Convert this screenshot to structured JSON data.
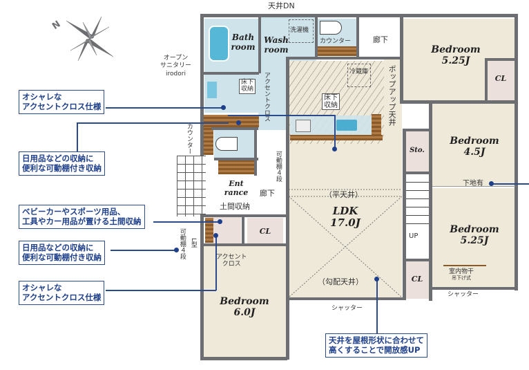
{
  "compass": {
    "label": "N"
  },
  "rooms": {
    "bath": {
      "name": "Bath\nroom",
      "line1": "Bath",
      "line2": "room"
    },
    "wash": {
      "line1": "Wash",
      "line2": "room"
    },
    "bedroom_top_right": {
      "name": "Bedroom",
      "size": "5.25J"
    },
    "bedroom_mid_right": {
      "name": "Bedroom",
      "size": "4.5J"
    },
    "bedroom_bottom_right": {
      "name": "Bedroom",
      "size": "5.25J"
    },
    "bedroom_bottom_left": {
      "name": "Bedroom",
      "size": "6.0J"
    },
    "ldk": {
      "name": "LDK",
      "size": "17.0J"
    },
    "entrance": {
      "line1": "Ent",
      "line2": "rance"
    },
    "closet_top_right": {
      "name": "CL"
    },
    "closet_bottom_right": {
      "name": "CL"
    },
    "closet_left": {
      "name": "CL"
    },
    "storage": {
      "name": "Sto."
    }
  },
  "plan_labels": {
    "ceiling_dn": "天井DN",
    "washing_machine": "洗濯機",
    "counter_top": "カウンター",
    "hallway_top": "廊下",
    "refrigerator": "冷蔵庫",
    "popup_ceiling": "ポップアップ天井",
    "underfloor_storage_kitchen": "床下\n収納",
    "underfloor_storage_kitchen_l1": "床下",
    "underfloor_storage_kitchen_l2": "収納",
    "underfloor_storage_wash_l1": "床下",
    "underfloor_storage_wash_l2": "収納",
    "accent_cross_wash": "アクセントクロス",
    "open_sanitary_l1": "オープン",
    "open_sanitary_l2": "サニタリー",
    "open_sanitary_l3": "irodori",
    "counter_left": "カウンター",
    "accent_cross_kitchen": "アクセントクロス",
    "movable_shelf_4": "可動棚４段",
    "hallway_mid": "廊下",
    "doma_storage": "土間収納",
    "flat_ceiling": "（平天井）",
    "sloped_ceiling": "（勾配天井）",
    "movable_shelf_4_left": "可動棚４段",
    "l_shape": "L型",
    "accent_cross_bedroom_l1": "アクセント",
    "accent_cross_bedroom_l2": "クロス",
    "shutter_ldk": "シャッター",
    "shutter_bedroom": "シャッター",
    "substrate": "下地有",
    "indoor_drying_l1": "室内物干",
    "indoor_drying_l2": "吊下げ式",
    "up": "UP"
  },
  "callouts": [
    {
      "line1": "オシャレな",
      "line2": "アクセントクロス仕様"
    },
    {
      "line1": "日用品などの収納に",
      "line2": "便利な可動棚付き収納"
    },
    {
      "line1": "ベビーカーやスポーツ用品、",
      "line2": "工具やカー用品が置ける土間収納"
    },
    {
      "line1": "日用品などの収納に",
      "line2": "便利な可動棚付き収納"
    },
    {
      "line1": "オシャレな",
      "line2": "アクセントクロス仕様"
    },
    {
      "line1": "天井を屋根形状に合わせて",
      "line2": "高くすることで開放感UP"
    }
  ],
  "colors": {
    "callout_blue": "#1e3f8a",
    "wall_gray": "#6d6e71",
    "floor_beige": "#efe9da",
    "water_blue": "#cfe3ea",
    "wood_brown": "#8a5a2b"
  }
}
